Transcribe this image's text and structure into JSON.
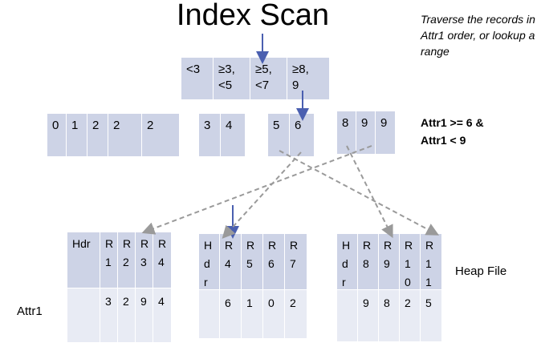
{
  "title": "Index Scan",
  "note": "Traverse the records in Attr1 order, or lookup a range",
  "condition": "Attr1 >= 6 &\nAttr1 < 9",
  "heap_file_label": "Heap File",
  "attr_label": "Attr1",
  "root_keys": [
    "<3",
    "≥3,\n<5",
    "≥5,\n<7",
    "≥8,\n9"
  ],
  "leaf_pages": [
    [
      "0",
      "1",
      "2",
      "2",
      "2"
    ],
    [
      "3",
      "4"
    ],
    [
      "5",
      "6"
    ],
    [
      "8",
      "9",
      "9"
    ]
  ],
  "heap_pages": [
    {
      "header": "Hdr",
      "records": [
        {
          "id": "R\n1",
          "attr": "3"
        },
        {
          "id": "R\n2",
          "attr": "2"
        },
        {
          "id": "R\n3",
          "attr": "9"
        },
        {
          "id": "R\n4",
          "attr": "4"
        }
      ]
    },
    {
      "header": "H\nd\nr",
      "records": [
        {
          "id": "R\n4",
          "attr": "6"
        },
        {
          "id": "R\n5",
          "attr": "1"
        },
        {
          "id": "R\n6",
          "attr": "0"
        },
        {
          "id": "R\n7",
          "attr": "2"
        }
      ]
    },
    {
      "header": "H\nd\nr",
      "records": [
        {
          "id": "R\n8",
          "attr": "9"
        },
        {
          "id": "R\n9",
          "attr": "8"
        },
        {
          "id": "R\n1\n0",
          "attr": "2"
        },
        {
          "id": "R\n1\n1",
          "attr": "5"
        }
      ]
    }
  ],
  "colors": {
    "node_fill": "#cdd3e6",
    "record_fill": "#e8ebf4",
    "search_arrow": "#4a5fb0",
    "pointer_arrow": "#9a9a9a"
  }
}
